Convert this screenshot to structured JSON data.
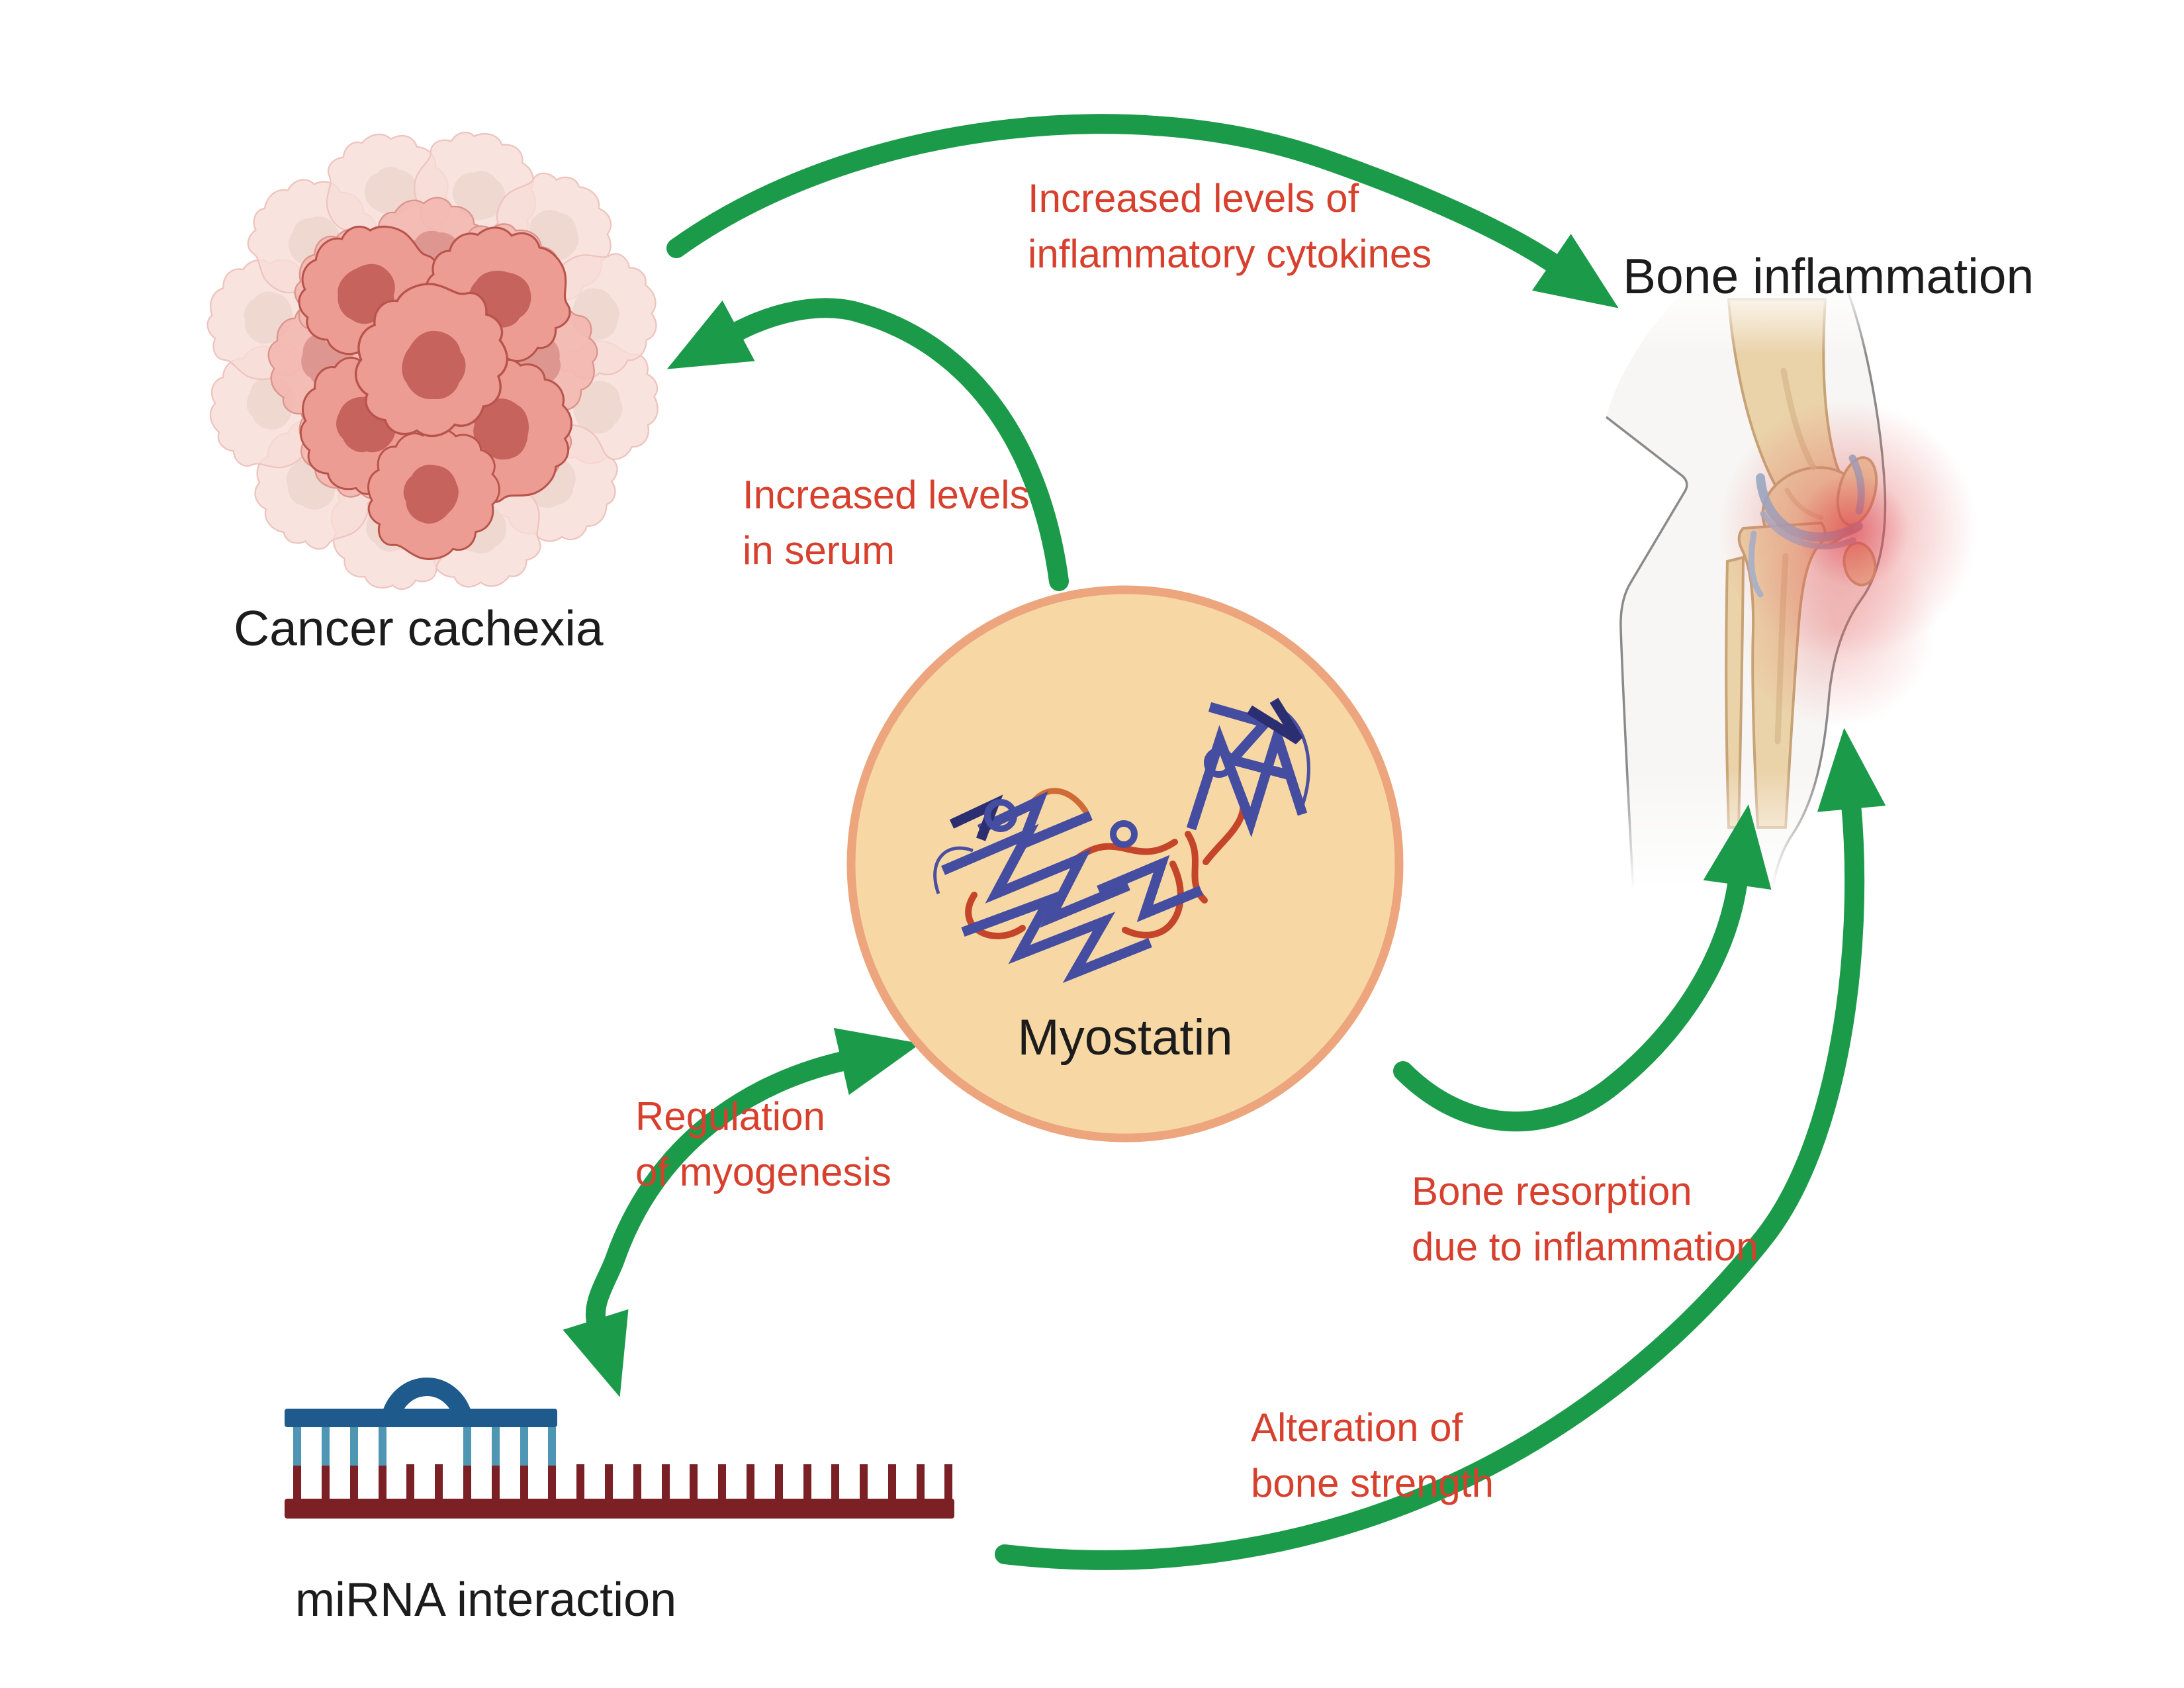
{
  "nodes": {
    "cancer_cachexia": {
      "label": "Cancer cachexia"
    },
    "bone_inflammation": {
      "label": "Bone inflammation"
    },
    "myostatin": {
      "label": "Myostatin"
    },
    "mirna_interaction": {
      "label": "miRNA interaction"
    }
  },
  "edges": {
    "inflammatory_cytokines": {
      "from": "Cancer cachexia",
      "to": "Bone inflammation",
      "lines": [
        "Increased levels of",
        "inflammatory cytokines"
      ]
    },
    "serum_levels": {
      "from": "Myostatin",
      "to": "Cancer cachexia",
      "lines": [
        "Increased levels",
        "in serum"
      ]
    },
    "myogenesis_regulation": {
      "from": "Myostatin",
      "to": "miRNA interaction",
      "bidirectional": true,
      "lines": [
        "Regulation",
        "of myogenesis"
      ]
    },
    "bone_resorption": {
      "from": "Myostatin",
      "to": "Bone inflammation",
      "lines": [
        "Bone resorption",
        "due to inflammation"
      ]
    },
    "bone_strength": {
      "from": "miRNA interaction",
      "to": "Bone inflammation",
      "lines": [
        "Alteration of",
        "bone strength"
      ]
    }
  },
  "colors": {
    "background": "#ffffff",
    "arrow_green": "#1b9a4a",
    "annotation_red": "#d8402e",
    "label_text": "#1c1c1c",
    "myostatin_circle_fill": "#f7d8a5",
    "myostatin_circle_border": "#eda57e",
    "tumor_cell_pink": "#ec9c93",
    "tumor_nucleus": "#c5635c",
    "mirna_strand_blue": "#1e5b8c",
    "mirna_ticks_blue": "#4e96b4",
    "mrna_strand_maroon": "#7b2125",
    "bone_tan": "#ead2a9",
    "inflammation_glow": "#e14b4b"
  }
}
